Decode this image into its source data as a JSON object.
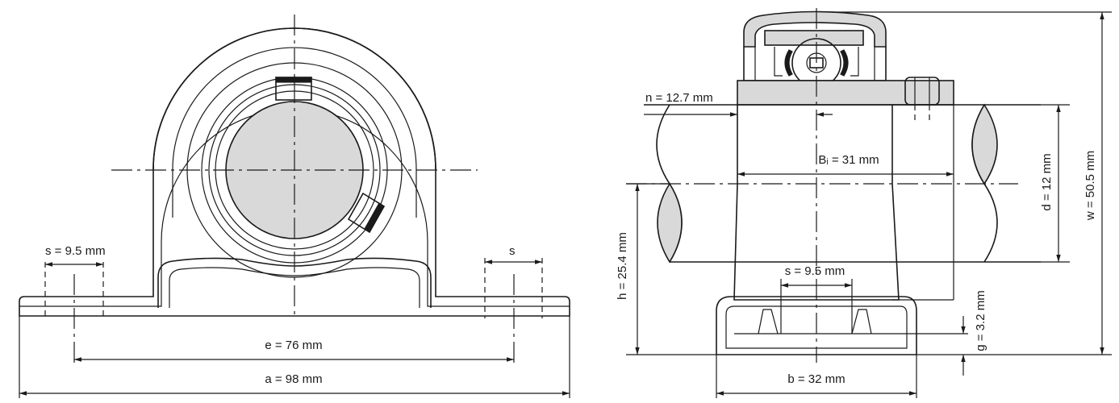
{
  "front_view": {
    "dim_s_left": "s = 9.5 mm",
    "dim_s_right": "s",
    "dim_e": "e = 76 mm",
    "dim_a": "a = 98 mm"
  },
  "side_view": {
    "dim_n": "n = 12.7 mm",
    "dim_bi": "Bᵢ = 31 mm",
    "dim_d": "d = 12 mm",
    "dim_w": "w = 50.5 mm",
    "dim_h": "h = 25.4 mm",
    "dim_s": "s = 9.5 mm",
    "dim_g": "g = 3.2 mm",
    "dim_b": "b = 32 mm"
  },
  "colors": {
    "line": "#1a1a1a",
    "fill_gray": "#d9d9d9",
    "background": "#ffffff"
  }
}
